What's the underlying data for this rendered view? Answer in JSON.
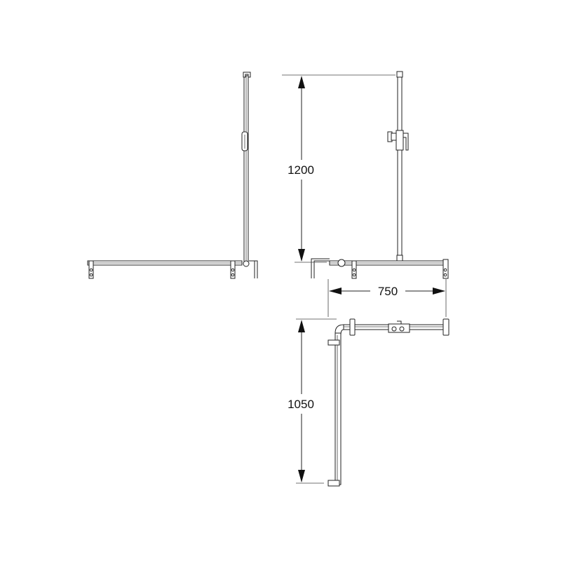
{
  "drawing": {
    "views": [
      "side-view",
      "front-view",
      "plan-view"
    ],
    "dimensions": {
      "height": "1200",
      "width": "750",
      "depth": "1050"
    },
    "colors": {
      "line": "#222222",
      "background": "#ffffff"
    }
  }
}
